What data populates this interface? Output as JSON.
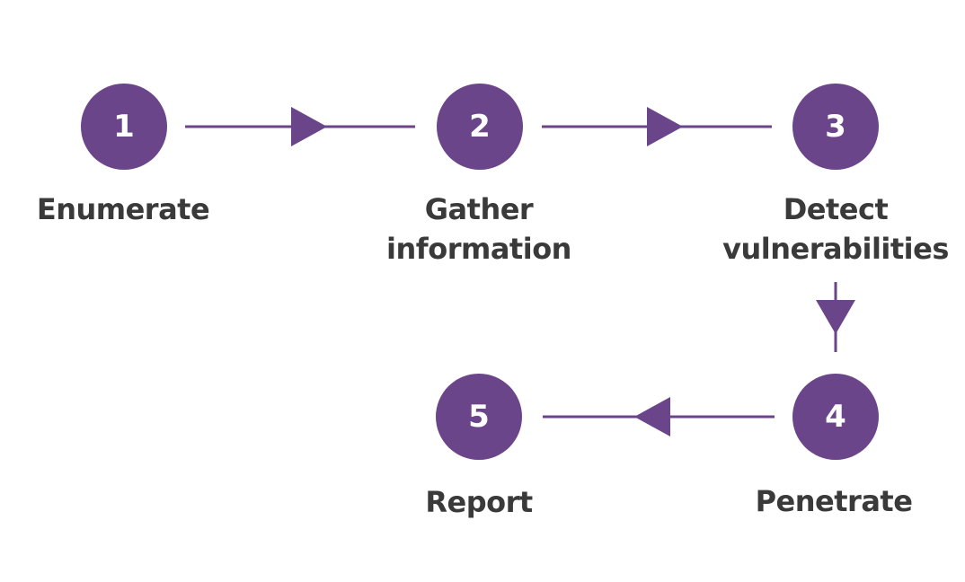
{
  "colors": {
    "accent": "#6b4589",
    "label_text": "#3a3a3a",
    "background": "#ffffff"
  },
  "steps": [
    {
      "number": "1",
      "label_lines": [
        "Enumerate"
      ]
    },
    {
      "number": "2",
      "label_lines": [
        "Gather",
        "information"
      ]
    },
    {
      "number": "3",
      "label_lines": [
        "Detect",
        "vulnerabilities"
      ]
    },
    {
      "number": "4",
      "label_lines": [
        "Penetrate"
      ]
    },
    {
      "number": "5",
      "label_lines": [
        "Report"
      ]
    }
  ],
  "flow": [
    {
      "from": "1",
      "to": "2"
    },
    {
      "from": "2",
      "to": "3"
    },
    {
      "from": "3",
      "to": "4"
    },
    {
      "from": "4",
      "to": "5"
    }
  ]
}
